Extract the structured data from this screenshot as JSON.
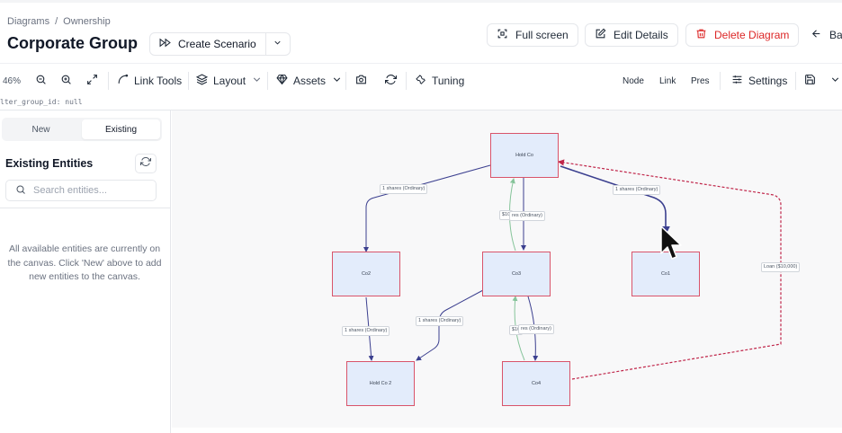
{
  "breadcrumb": {
    "root": "Diagrams",
    "separator": "/",
    "current": "Ownership"
  },
  "header": {
    "title": "Corporate Group",
    "create_scenario": "Create Scenario",
    "full_screen": "Full screen",
    "edit_details": "Edit Details",
    "delete_diagram": "Delete Diagram",
    "back": "Ba"
  },
  "toolbar": {
    "zoom": "46%",
    "link_tools": "Link Tools",
    "layout": "Layout",
    "assets": "Assets",
    "tuning": "Tuning",
    "node": "Node",
    "link": "Link",
    "pres": "Pres",
    "settings": "Settings",
    "filter_text": "lter_group_id: null"
  },
  "sidebar": {
    "tabs": [
      "New",
      "Existing"
    ],
    "active_tab": "Existing",
    "title": "Existing Entities",
    "search_placeholder": "Search entities...",
    "empty_message": "All available entities are currently on the canvas. Click 'New' above to add new entities to the canvas."
  },
  "diagram": {
    "nodes": {
      "holdco": "Hold Co",
      "co2": "Co2",
      "co3": "Co3",
      "co1": "Co1",
      "holdco2": "Hold Co 2",
      "co4": "Co4"
    },
    "edge_labels": {
      "holdco_co2": "1 shares (Ordinary)",
      "holdco_co3": "res (Ordinary)",
      "holdco_co3_value": "$10",
      "holdco_co1": "1 shares (Ordinary)",
      "loan": "Loan ($10,000)",
      "co2_holdco2": "1 shares (Ordinary)",
      "co3_holdco2": "1 shares (Ordinary)",
      "co3_co4": "res (Ordinary)",
      "co3_co4_value": "$10"
    }
  },
  "colors": {
    "accent_danger": "#dc2626",
    "node_fill": "#e3ecfb",
    "node_border": "#d9546a",
    "edge_ownership": "#3b3f8f",
    "edge_value": "#86c49a",
    "edge_loan": "#c0264a"
  },
  "icons": {
    "create_scenario": "fast-forward-icon",
    "full_screen": "fullscreen-icon",
    "edit_details": "edit-icon",
    "delete_diagram": "trash-icon",
    "back": "arrow-left-icon"
  }
}
